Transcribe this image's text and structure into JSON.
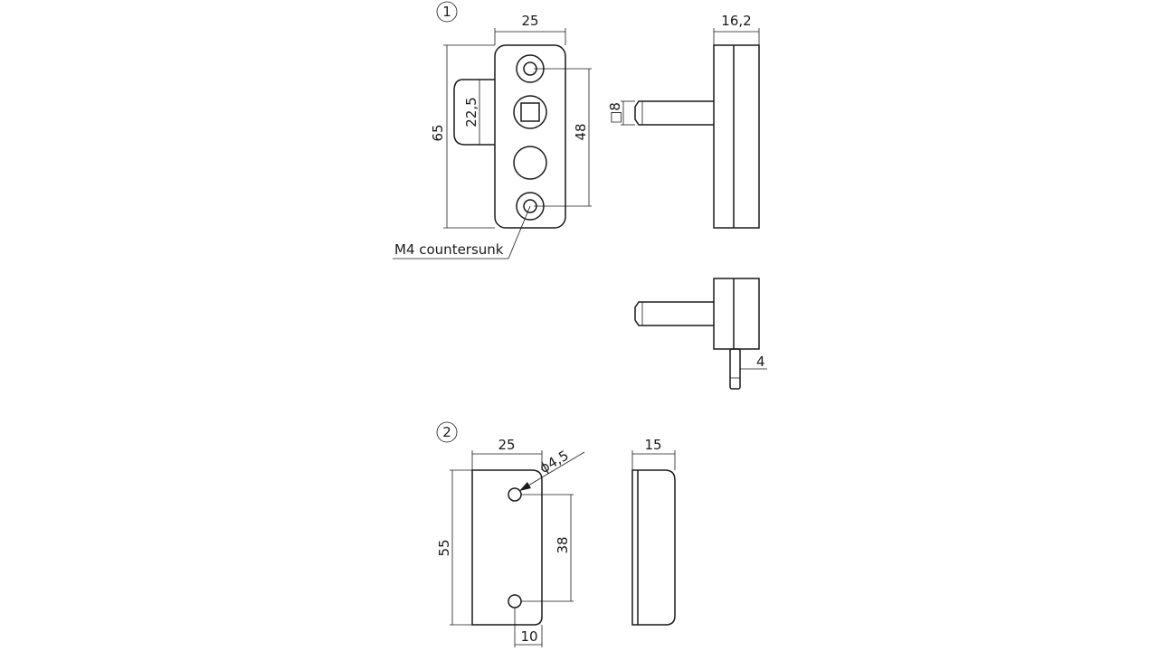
{
  "callouts": {
    "part1": "1",
    "part2": "2"
  },
  "part1": {
    "width": "25",
    "height": "65",
    "spindle_offset": "22,5",
    "hole_spacing": "48",
    "depth": "16,2",
    "spindle_size": "□8",
    "pin": "4",
    "note": "M4 countersunk"
  },
  "part2": {
    "width": "25",
    "height": "55",
    "hole_diameter": "ϕ4,5",
    "hole_spacing": "38",
    "hole_offset": "10",
    "depth": "15"
  }
}
